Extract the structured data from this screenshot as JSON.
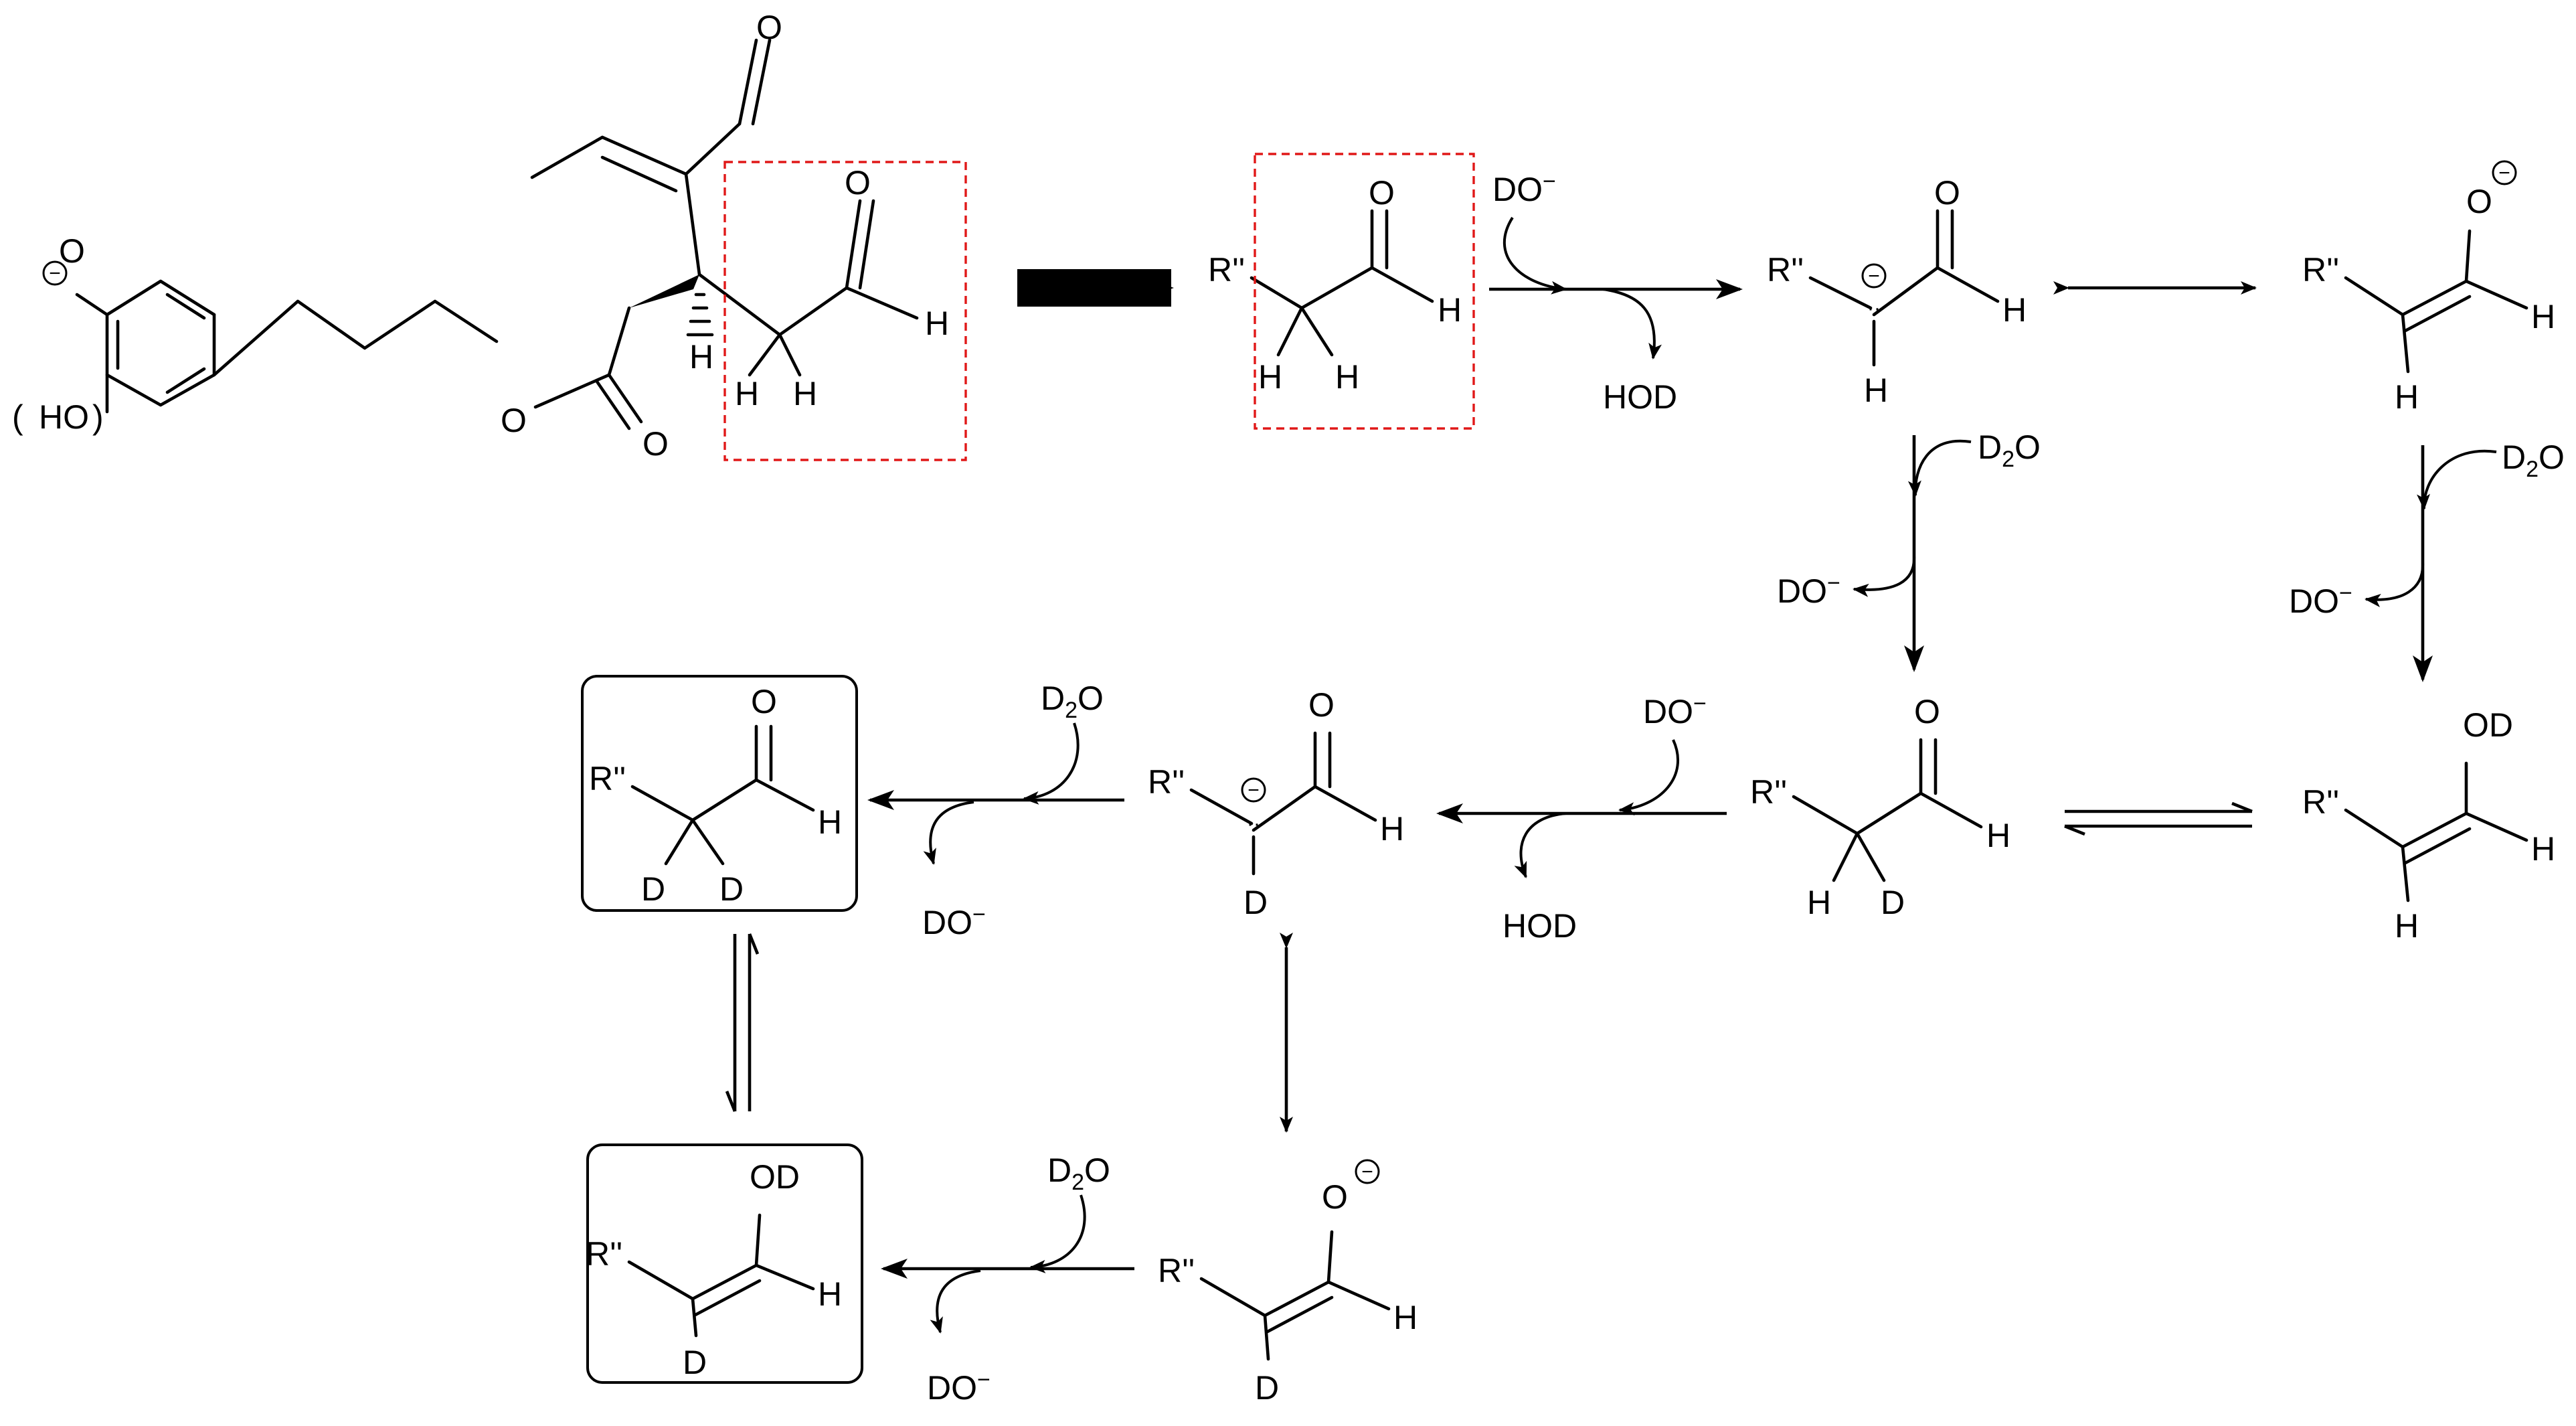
{
  "colors": {
    "ink": "#000000",
    "highlight_box": "#e01818",
    "background": "#ffffff"
  },
  "starting_material": {
    "phenoxide_O": "O",
    "hydroxy_group": "HO",
    "ester_O": "O",
    "carbonyl_O": "O",
    "aldehyde_O_top": "O",
    "aldehyde_O": "O",
    "aldehyde_H": "H",
    "stereo_H": "H",
    "alpha_H_1": "H",
    "alpha_H_2": "H"
  },
  "labels": {
    "R": "R''",
    "O": "O",
    "H": "H",
    "D": "D",
    "OD": "OD",
    "HOD": "HOD",
    "DO_base": "DO",
    "D2O_D": "D",
    "D2O_sub": "2",
    "D2O_O": "O",
    "charge_minus": "−",
    "lone_pair": "··"
  }
}
